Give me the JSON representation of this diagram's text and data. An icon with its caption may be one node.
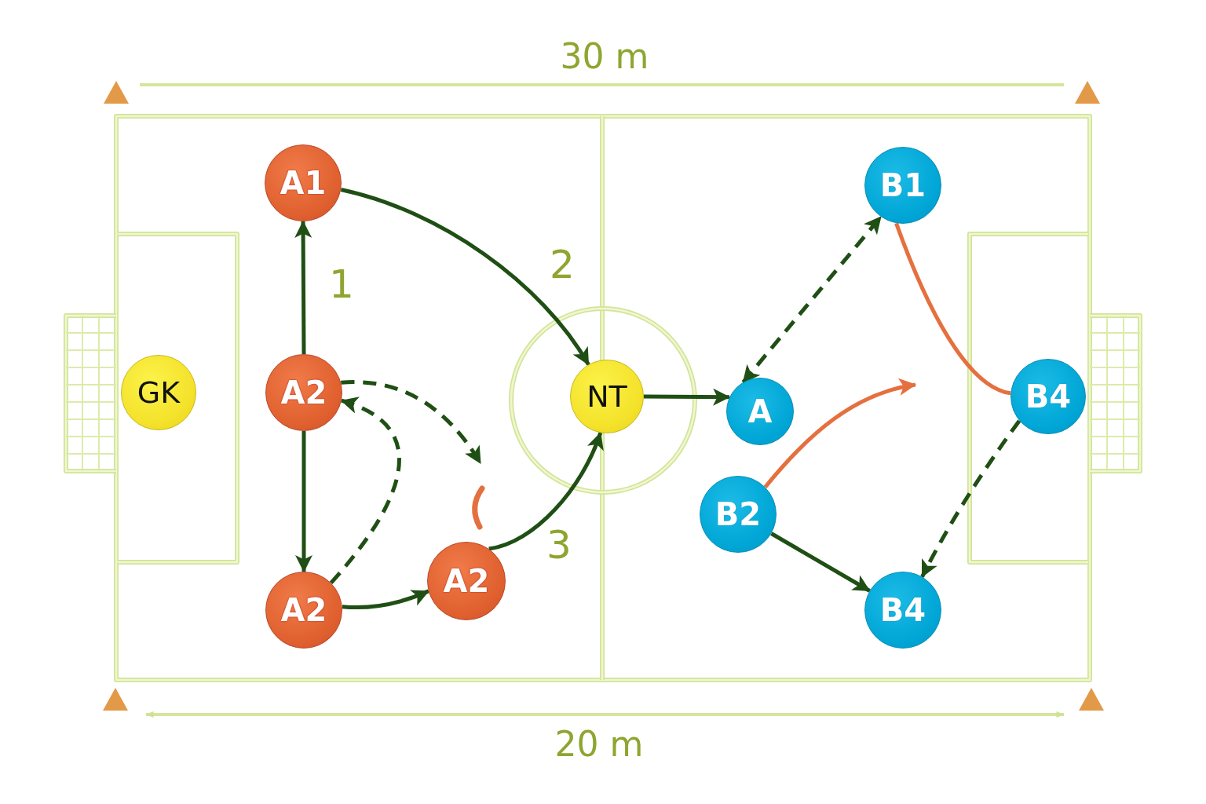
{
  "diagram": {
    "nodes": [
      {
        "text": [
          "A1"
        ]
      },
      {
        "text": [
          "B1"
        ]
      },
      {
        "text": [
          "GK"
        ]
      },
      {
        "text": [
          "A2"
        ]
      },
      {
        "text": [
          "NT"
        ]
      },
      {
        "text": [
          "A"
        ]
      },
      {
        "text": [
          "B4"
        ]
      },
      {
        "text": [
          "B2"
        ]
      },
      {
        "text": [
          "A2"
        ]
      },
      {
        "text": [
          "A2"
        ]
      },
      {
        "text": [
          "B4"
        ]
      }
    ],
    "edges": [
      {
        "from": 3,
        "to": 0,
        "arrow": "to"
      },
      {
        "from": 0,
        "to": 4,
        "arrow": "to"
      },
      {
        "from": 3,
        "to": 9,
        "arrow": "to"
      },
      {
        "from": 9,
        "to": 8,
        "arrow": "to"
      },
      {
        "from": 9,
        "to": 3,
        "arrow": "to",
        "style": "dashed"
      },
      {
        "from": 3,
        "to": null,
        "arrow": "to",
        "style": "dashed"
      },
      {
        "from": 8,
        "to": 4,
        "arrow": "to"
      },
      {
        "from": 4,
        "to": 5,
        "arrow": "to"
      },
      {
        "from": 5,
        "to": 1,
        "arrow": "both",
        "style": "dashed"
      },
      {
        "from": 7,
        "to": null,
        "arrow": "to",
        "color": "#e5703f"
      },
      {
        "from": 7,
        "to": 10,
        "arrow": "to"
      },
      {
        "from": 6,
        "to": 10,
        "arrow": "to",
        "style": "dashed"
      },
      {
        "from": 1,
        "to": 6,
        "arrow": "none",
        "color": "#e5703f"
      }
    ],
    "labels": [
      "30 m",
      "1",
      "2",
      "3",
      "20 m"
    ]
  }
}
